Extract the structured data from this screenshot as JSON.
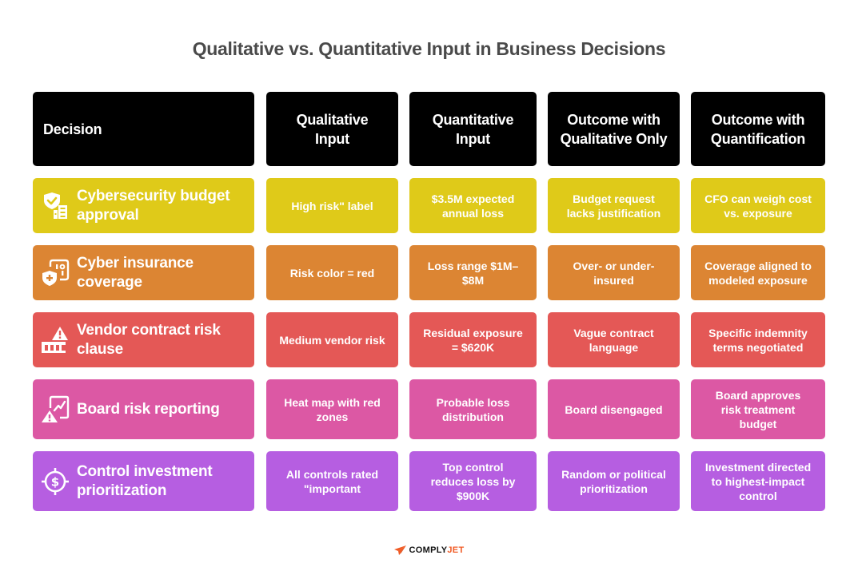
{
  "title": "Qualitative vs. Quantitative Input in Business Decisions",
  "colors": {
    "header": "#000000",
    "rows": [
      "#dfca19",
      "#dc8533",
      "#e45856",
      "#dc58a4",
      "#b65ee1"
    ],
    "brand_accent": "#f05a24"
  },
  "headers": [
    "Decision",
    "Qualitative Input",
    "Quantitative Input",
    "Outcome with Qualitative Only",
    "Outcome with Quantification"
  ],
  "rows": [
    {
      "icon": "shield-check-building-icon",
      "decision": "Cybersecurity budget approval",
      "qualitative": "High risk\" label",
      "quantitative": "$3.5M expected annual loss",
      "outcome_qualitative": "Budget request lacks justification",
      "outcome_quantified": "CFO can weigh cost vs. exposure"
    },
    {
      "icon": "insurance-shield-plus-icon",
      "decision": "Cyber insurance coverage",
      "qualitative": "Risk color = red",
      "quantitative": "Loss range $1M–$8M",
      "outcome_qualitative": "Over- or under-insured",
      "outcome_quantified": "Coverage aligned to modeled exposure"
    },
    {
      "icon": "vendor-warning-icon",
      "decision": "Vendor contract risk clause",
      "qualitative": "Medium vendor risk",
      "quantitative": "Residual exposure = $620K",
      "outcome_qualitative": "Vague contract language",
      "outcome_quantified": "Specific indemnity terms negotiated"
    },
    {
      "icon": "report-chart-warning-icon",
      "decision": "Board risk reporting",
      "qualitative": "Heat map with red zones",
      "quantitative": "Probable loss distribution",
      "outcome_qualitative": "Board disengaged",
      "outcome_quantified": "Board approves risk treatment budget"
    },
    {
      "icon": "dollar-target-icon",
      "decision": "Control investment prioritization",
      "qualitative": "All controls rated \"important",
      "quantitative": "Top control reduces loss by $900K",
      "outcome_qualitative": "Random or political prioritization",
      "outcome_quantified": "Investment directed to highest-impact control"
    }
  ],
  "footer": {
    "logo_icon": "paper-plane-icon",
    "brand_part1": "COMPLY",
    "brand_part2": "JET"
  }
}
